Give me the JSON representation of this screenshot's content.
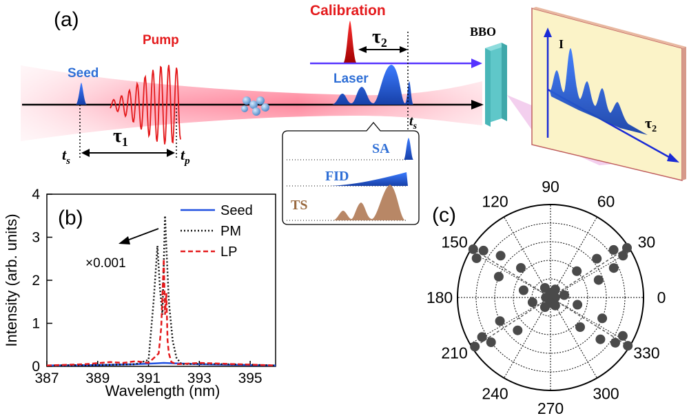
{
  "panel_a": {
    "label": "(a)",
    "calibration": "Calibration",
    "tau2": "τ",
    "tau2_sub": "2",
    "bbo": "BBO",
    "pump": "Pump",
    "seed": "Seed",
    "laser": "Laser",
    "tau1": "τ",
    "tau1_sub": "1",
    "ts_main": "t",
    "ts_sub": "s",
    "tp_main": "t",
    "tp_sub": "p",
    "ts2_main": "t",
    "ts2_sub": "s",
    "inset": {
      "sa": "SA",
      "fid": "FID",
      "ts": "TS"
    },
    "screen": {
      "axis_i": "I",
      "axis_tau": "τ",
      "axis_tau_sub": "2"
    },
    "colors": {
      "pump": "#e41a1c",
      "seed": "#2f6fd6",
      "arrow": "#5533ff",
      "ts": "#b07a55",
      "bbo": "#5fc7c9"
    }
  },
  "panel_b": {
    "label": "(b)",
    "annotation": "×0.001",
    "chart_data": {
      "type": "line",
      "xlabel": "Wavelength (nm)",
      "ylabel": "Intensity (arb. units)",
      "xlim": [
        387,
        396
      ],
      "ylim": [
        0,
        4
      ],
      "xticks": [
        "387",
        "389",
        "391",
        "393",
        "395"
      ],
      "yticks": [
        "0",
        "1",
        "2",
        "3",
        "4"
      ],
      "legend_position": "top-right",
      "series": [
        {
          "name": "Seed",
          "color": "#1f4fe0",
          "style": "solid",
          "x": [
            387,
            389,
            390.5,
            391.3,
            391.6,
            392.0,
            393,
            394,
            396
          ],
          "y": [
            0.02,
            0.03,
            0.05,
            0.07,
            0.08,
            0.07,
            0.05,
            0.04,
            0.02
          ]
        },
        {
          "name": "PM",
          "color": "#111111",
          "style": "dotted",
          "x": [
            387,
            389,
            390.5,
            391.0,
            391.2,
            391.35,
            391.45,
            391.55,
            391.65,
            391.7,
            391.8,
            391.95,
            392.1,
            392.3,
            393,
            394,
            395,
            396
          ],
          "y": [
            0.02,
            0.03,
            0.05,
            0.15,
            1.5,
            2.8,
            1.8,
            1.2,
            3.5,
            2.8,
            1.5,
            0.6,
            0.2,
            0.05,
            0.06,
            0.05,
            0.04,
            0.02
          ]
        },
        {
          "name": "LP",
          "color": "#e41a1c",
          "style": "dashed",
          "x": [
            387,
            388.5,
            389.5,
            390,
            390.5,
            391,
            391.4,
            391.5,
            391.6,
            391.65,
            391.7,
            391.75,
            391.8,
            391.9,
            392.1,
            393,
            394,
            396
          ],
          "y": [
            0.02,
            0.05,
            0.1,
            0.08,
            0.12,
            0.08,
            0.3,
            0.9,
            2.5,
            1.2,
            1.7,
            0.6,
            0.3,
            0.1,
            0.05,
            0.08,
            0.06,
            0.02
          ]
        }
      ]
    }
  },
  "panel_c": {
    "label": "(c)",
    "chart_data": {
      "type": "scatter",
      "projection": "polar",
      "angle_ticks": [
        "0",
        "30",
        "60",
        "90",
        "120",
        "150",
        "180",
        "210",
        "240",
        "270",
        "300",
        "330"
      ],
      "r_max": 1.0,
      "grid": true,
      "points_polar": [
        {
          "theta": 0,
          "r": 0.05
        },
        {
          "theta": 10,
          "r": 0.15
        },
        {
          "theta": 20,
          "r": 0.55
        },
        {
          "theta": 25,
          "r": 0.75
        },
        {
          "theta": 30,
          "r": 0.9
        },
        {
          "theta": 33,
          "r": 0.98
        },
        {
          "theta": 37,
          "r": 0.85
        },
        {
          "theta": 40,
          "r": 0.65
        },
        {
          "theta": 45,
          "r": 0.4
        },
        {
          "theta": 60,
          "r": 0.1
        },
        {
          "theta": 90,
          "r": 0.05
        },
        {
          "theta": 120,
          "r": 0.12
        },
        {
          "theta": 135,
          "r": 0.45
        },
        {
          "theta": 140,
          "r": 0.7
        },
        {
          "theta": 145,
          "r": 0.88
        },
        {
          "theta": 148,
          "r": 0.98
        },
        {
          "theta": 152,
          "r": 0.9
        },
        {
          "theta": 158,
          "r": 0.6
        },
        {
          "theta": 165,
          "r": 0.3
        },
        {
          "theta": 180,
          "r": 0.05
        },
        {
          "theta": 195,
          "r": 0.2
        },
        {
          "theta": 205,
          "r": 0.6
        },
        {
          "theta": 210,
          "r": 0.85
        },
        {
          "theta": 213,
          "r": 0.97
        },
        {
          "theta": 217,
          "r": 0.8
        },
        {
          "theta": 225,
          "r": 0.5
        },
        {
          "theta": 240,
          "r": 0.12
        },
        {
          "theta": 270,
          "r": 0.06
        },
        {
          "theta": 300,
          "r": 0.1
        },
        {
          "theta": 315,
          "r": 0.45
        },
        {
          "theta": 320,
          "r": 0.7
        },
        {
          "theta": 325,
          "r": 0.85
        },
        {
          "theta": 328,
          "r": 0.98
        },
        {
          "theta": 332,
          "r": 0.88
        },
        {
          "theta": 338,
          "r": 0.6
        },
        {
          "theta": 345,
          "r": 0.3
        }
      ]
    }
  }
}
